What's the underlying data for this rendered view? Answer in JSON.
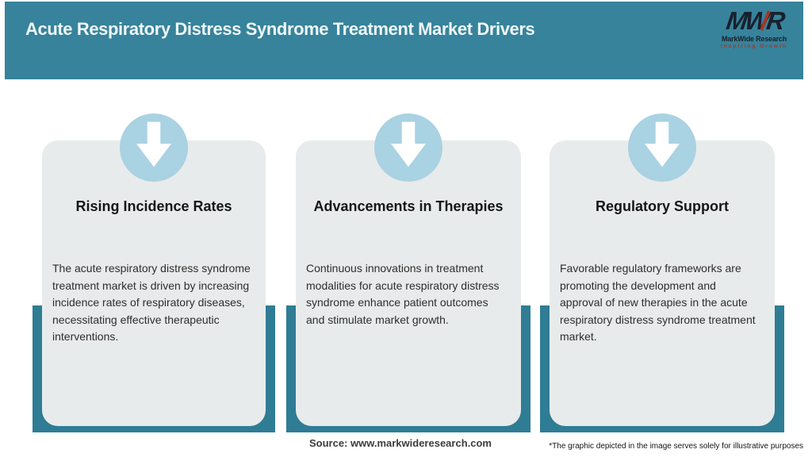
{
  "header": {
    "title": "Acute Respiratory Distress Syndrome Treatment Market Drivers",
    "logo": {
      "monogram": "MWR",
      "name": "MarkWide Research",
      "tagline": "Inspiring Growth"
    }
  },
  "cards": [
    {
      "icon": "down-arrow-icon",
      "title": "Rising Incidence Rates",
      "body": "The acute respiratory distress syndrome treatment market is driven by increasing incidence rates of respiratory diseases, necessitating effective therapeutic interventions."
    },
    {
      "icon": "down-arrow-icon",
      "title": "Advancements in Therapies",
      "body": "Continuous innovations in treatment modalities for acute respiratory distress syndrome enhance patient outcomes and stimulate market growth."
    },
    {
      "icon": "down-arrow-icon",
      "title": "Regulatory Support",
      "body": "Favorable regulatory frameworks are promoting the development and approval of new therapies in the acute respiratory distress syndrome treatment market."
    }
  ],
  "footer": {
    "source": "Source: www.markwideresearch.com",
    "disclaimer": "*The graphic depicted in the image serves solely for illustrative purposes"
  },
  "colors": {
    "header_teal": "#37839B",
    "panel_teal": "#2E7D95",
    "circle_blue": "#A9D2E2",
    "card_gray": "#E8EBEB",
    "logo_navy": "#17212D",
    "logo_red": "#A83428",
    "title_text": "#EFF7F9"
  }
}
